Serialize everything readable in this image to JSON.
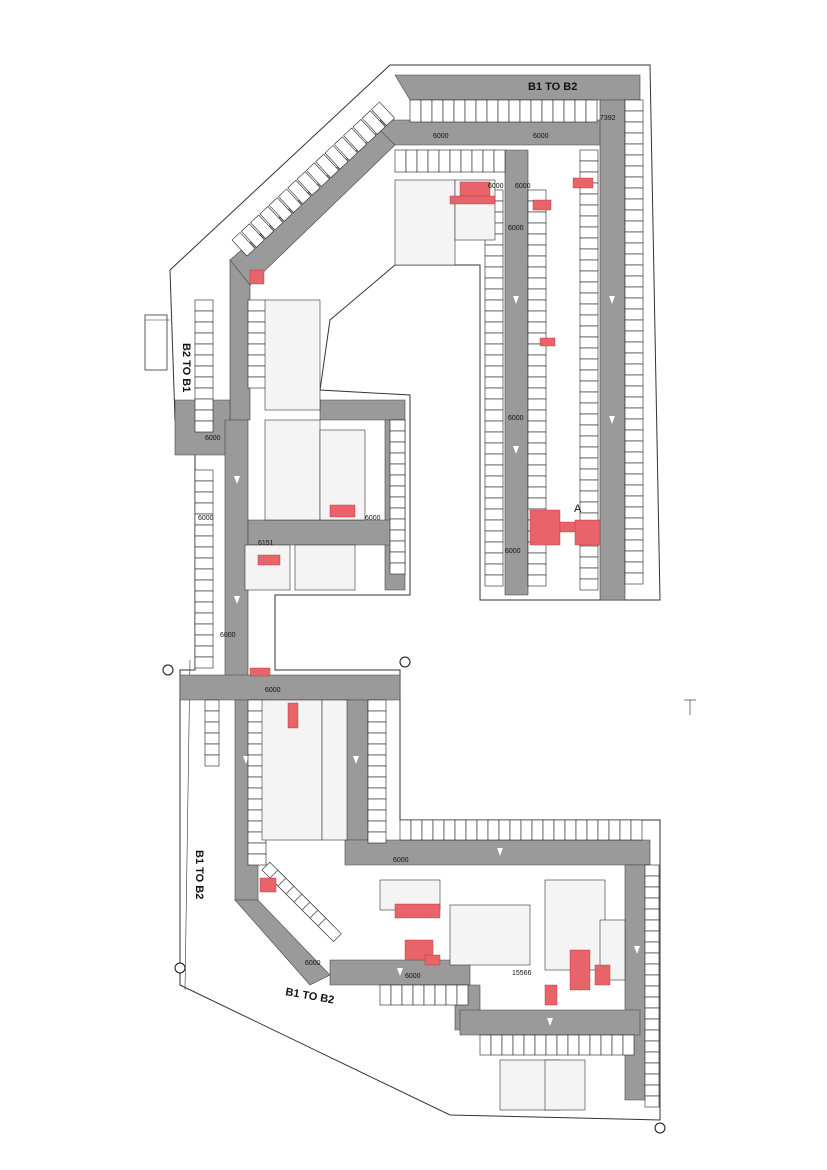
{
  "plan": {
    "ramps": {
      "top": "B1 TO B2",
      "left_upper": "B2 TO B1",
      "left_lower": "B1 TO B2",
      "bottom": "B1 TO B2"
    },
    "dimensions": {
      "d_top_left": "6000",
      "d_top_right": "6000",
      "d_top_corner": "7392",
      "d_mid_a": "6000",
      "d_mid_b": "6000",
      "d_left_a": "6000",
      "d_left_b": "6000",
      "d_left_c": "6000",
      "d_center_a": "6151",
      "d_center_b": "6000",
      "d_right_a": "6000",
      "d_right_b": "6000",
      "d_right_c": "6000",
      "d_lower_a": "6000",
      "d_lower_b": "6000",
      "d_lower_c": "6000",
      "d_lower_d": "6000",
      "d_lower_e": "15566"
    },
    "grid_marker": "A",
    "colors": {
      "drive": "#9a9a9a",
      "stall": "#ffffff",
      "highlight": "#e8646a",
      "line": "#222222"
    }
  }
}
